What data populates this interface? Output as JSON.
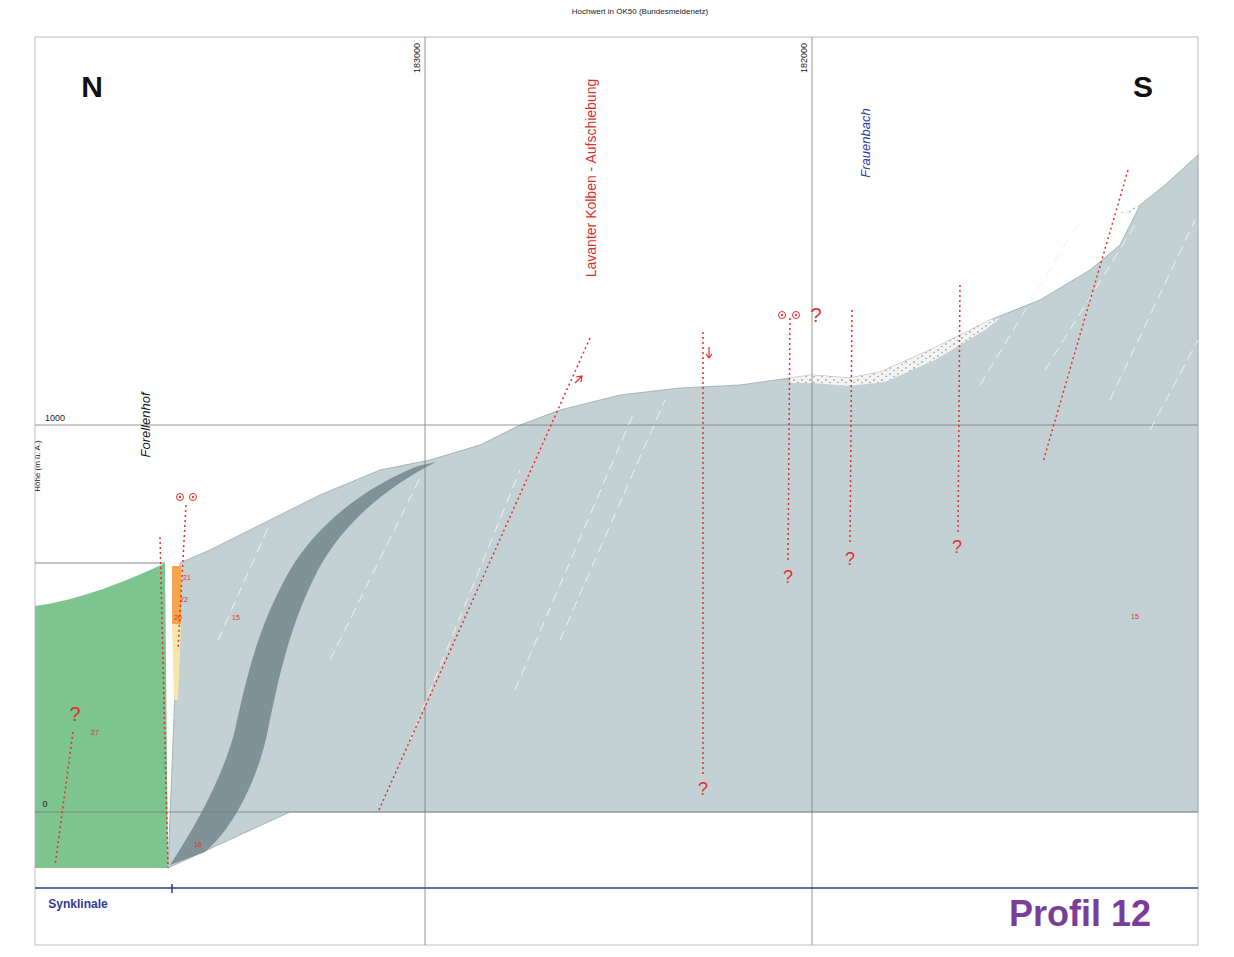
{
  "diagram": {
    "title": "Profil 12",
    "labels": [
      "Hochwert in ÖK50 (Bundesmeldenetz)",
      "183000",
      "182000",
      "N",
      "S",
      "Lavanter Kolben - Aufschiebung",
      "Frauenbach",
      "Forellenhof",
      "Höhe (m ü. A.)",
      "1000",
      "0",
      "Synklinale",
      "21",
      "22",
      "20",
      "15",
      "15",
      "27",
      "16",
      "?",
      "?",
      "?",
      "?",
      "?",
      "?"
    ]
  }
}
